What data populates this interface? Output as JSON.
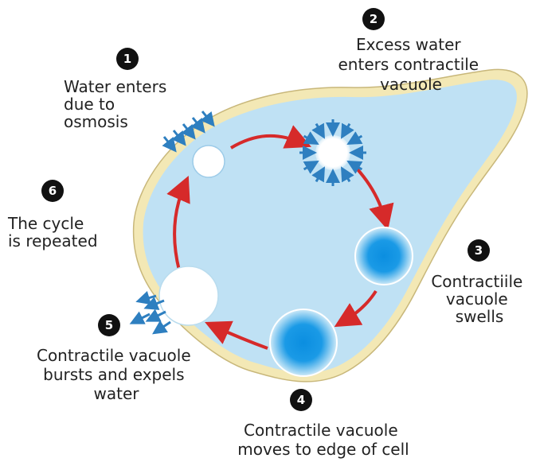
{
  "steps": [
    {
      "number": "1",
      "lines": [
        "Water enters",
        "due to",
        "osmosis"
      ]
    },
    {
      "number": "2",
      "lines": [
        "Excess water",
        "enters contractile",
        "vacuole"
      ]
    },
    {
      "number": "3",
      "lines": [
        "Contractiile",
        "vacuole",
        "swells"
      ]
    },
    {
      "number": "4",
      "lines": [
        "Contractile vacuole",
        "moves to edge of cell"
      ]
    },
    {
      "number": "5",
      "lines": [
        "Contractile vacuole",
        "bursts and expels",
        "water"
      ]
    },
    {
      "number": "6",
      "lines": [
        "The cycle",
        "is repeated"
      ]
    }
  ],
  "colors": {
    "cytoplasm": "#bfe1f4",
    "membrane": "#f3e8b5",
    "cycle_arrow": "#d62a2a",
    "water_arrow": "#2e7fc0",
    "vacuole_core": "#0b8ee0",
    "number_badge": "#111111"
  },
  "icons": [
    "water-arrow-icon",
    "cycle-arrow-icon",
    "step-number-badge"
  ]
}
